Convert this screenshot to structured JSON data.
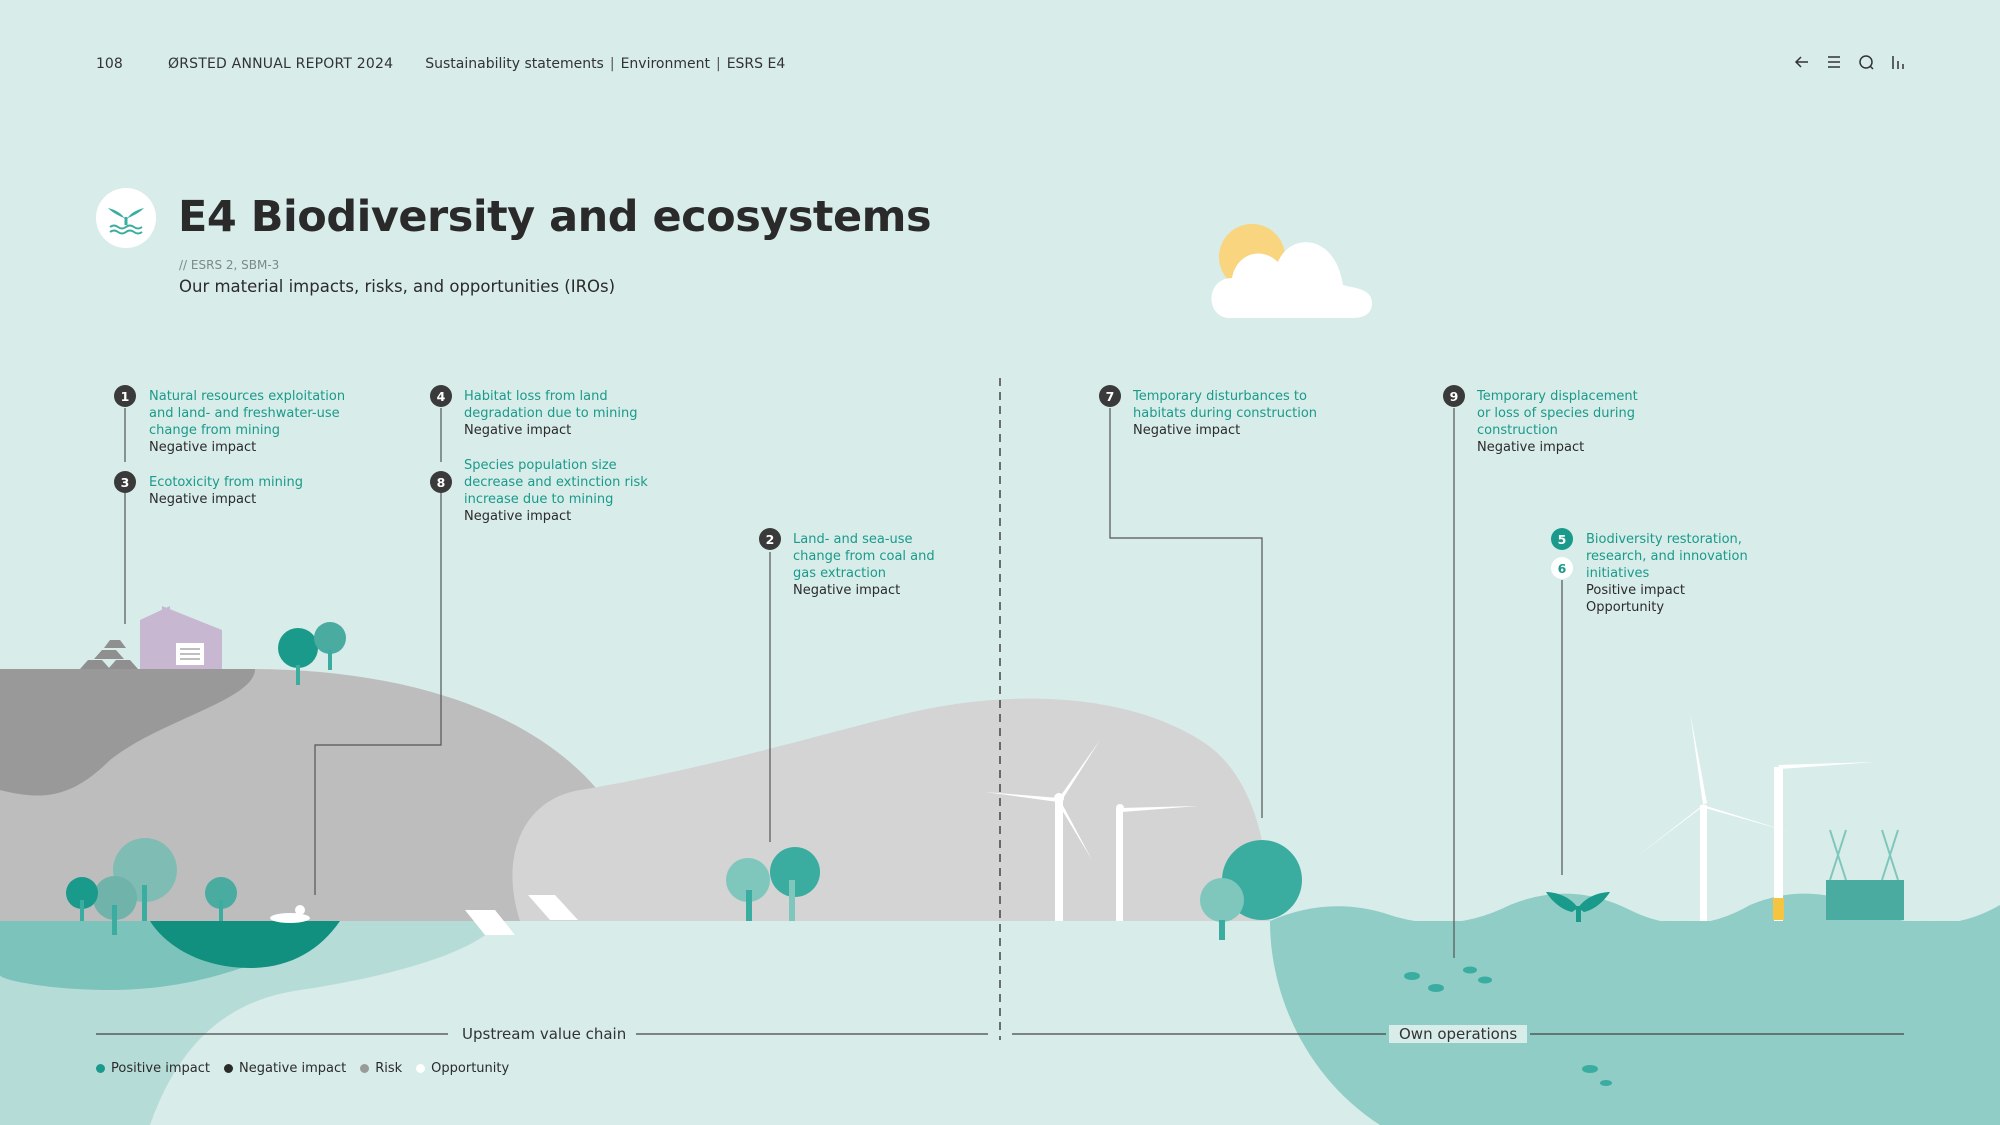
{
  "header": {
    "page_number": "108",
    "report_title": "ØRSTED ANNUAL REPORT 2024",
    "breadcrumb": [
      "Sustainability statements",
      "Environment",
      "ESRS E4"
    ],
    "separator": "|"
  },
  "nav_icons": [
    "back-arrow-icon",
    "menu-icon",
    "search-icon",
    "chart-icon"
  ],
  "title_icon": "whale-tail-icon",
  "title": "E4 Biodiversity and ecosystems",
  "reference": "// ESRS 2, SBM-3",
  "subtitle": "Our material impacts, risks, and opportunities (IROs)",
  "items": {
    "i1": {
      "num": "1",
      "label": [
        "Natural resources exploitation",
        "and land- and freshwater-use",
        "change from mining"
      ],
      "impact": "Negative impact"
    },
    "i3": {
      "num": "3",
      "label": [
        "Ecotoxicity from mining"
      ],
      "impact": "Negative impact"
    },
    "i4": {
      "num": "4",
      "label": [
        "Habitat loss from land",
        "degradation due to mining"
      ],
      "impact": "Negative impact"
    },
    "i8": {
      "num": "8",
      "label": [
        "Species population size",
        "decrease and extinction risk",
        "increase due to mining"
      ],
      "impact": "Negative impact"
    },
    "i2": {
      "num": "2",
      "label": [
        "Land- and sea-use",
        "change from coal and",
        "gas extraction"
      ],
      "impact": "Negative impact"
    },
    "i7": {
      "num": "7",
      "label": [
        "Temporary disturbances to",
        "habitats during construction"
      ],
      "impact": "Negative impact"
    },
    "i9": {
      "num": "9",
      "label": [
        "Temporary displacement",
        "or loss of species during",
        "construction"
      ],
      "impact": "Negative impact"
    },
    "i56": {
      "num_a": "5",
      "num_b": "6",
      "label": [
        "Biodiversity restoration,",
        "research, and innovation",
        "initiatives"
      ],
      "impact": "Positive impact",
      "impact2": "Opportunity"
    }
  },
  "sections": {
    "upstream": "Upstream value chain",
    "own": "Own operations"
  },
  "legend": [
    {
      "label": "Positive impact",
      "color": "#1a9a8a"
    },
    {
      "label": "Negative impact",
      "color": "#2b2b2b"
    },
    {
      "label": "Risk",
      "color": "#9a9a9a"
    },
    {
      "label": "Opportunity",
      "color": "#ffffff"
    }
  ]
}
